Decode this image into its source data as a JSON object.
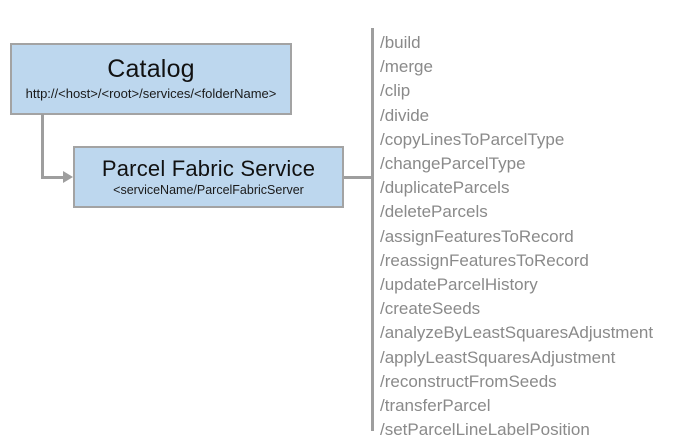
{
  "diagram": {
    "title": "Parcel Fabric Service REST endpoint diagram",
    "colors": {
      "node_fill": "#bdd7ee",
      "node_border": "#a3a3a3",
      "connector": "#9e9e9e",
      "operation_text": "#8a8a8a",
      "node_text": "#111111",
      "background": "#ffffff"
    }
  },
  "nodes": {
    "catalog": {
      "title": "Catalog",
      "subtitle": "http://<host>/<root>/services/<folderName>"
    },
    "service": {
      "title": "Parcel Fabric Service",
      "subtitle": "<serviceName/ParcelFabricServer"
    }
  },
  "operations": [
    "/build",
    "/merge",
    "/clip",
    "/divide",
    "/copyLinesToParcelType",
    "/changeParcelType",
    "/duplicateParcels",
    "/deleteParcels",
    "/assignFeaturesToRecord",
    "/reassignFeaturesToRecord",
    "/updateParcelHistory",
    "/createSeeds",
    "/analyzeByLeastSquaresAdjustment",
    "/applyLeastSquaresAdjustment",
    "/reconstructFromSeeds",
    "/transferParcel",
    "/setParcelLineLabelPosition"
  ]
}
